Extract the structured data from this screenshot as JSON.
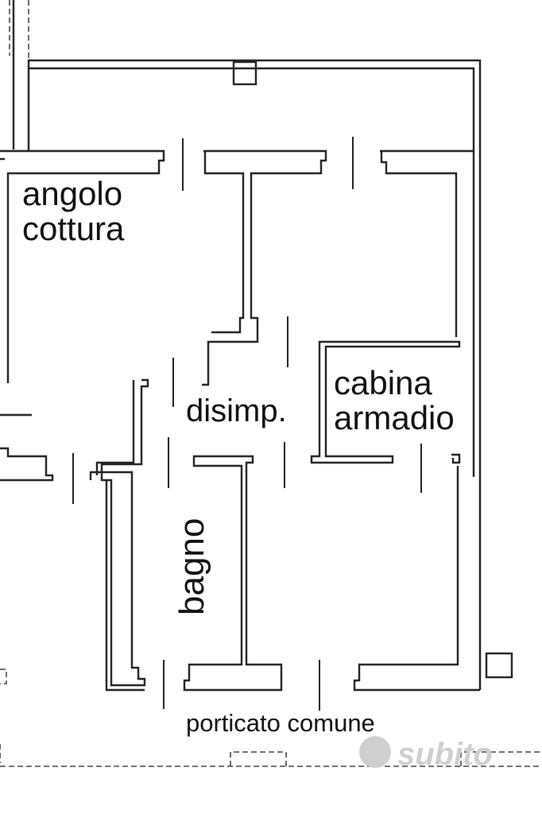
{
  "rooms": {
    "kitchen": {
      "line1": "angolo",
      "line2": "cottura"
    },
    "hallway": {
      "label": "disimp."
    },
    "closet": {
      "line1": "cabina",
      "line2": "armadio"
    },
    "bathroom": {
      "label": "bagno"
    },
    "porch": {
      "label": "porticato comune"
    }
  },
  "watermark": {
    "text": "subito"
  },
  "colors": {
    "walls": "#222222",
    "text": "#111111",
    "watermark": "#cfcfcf"
  }
}
